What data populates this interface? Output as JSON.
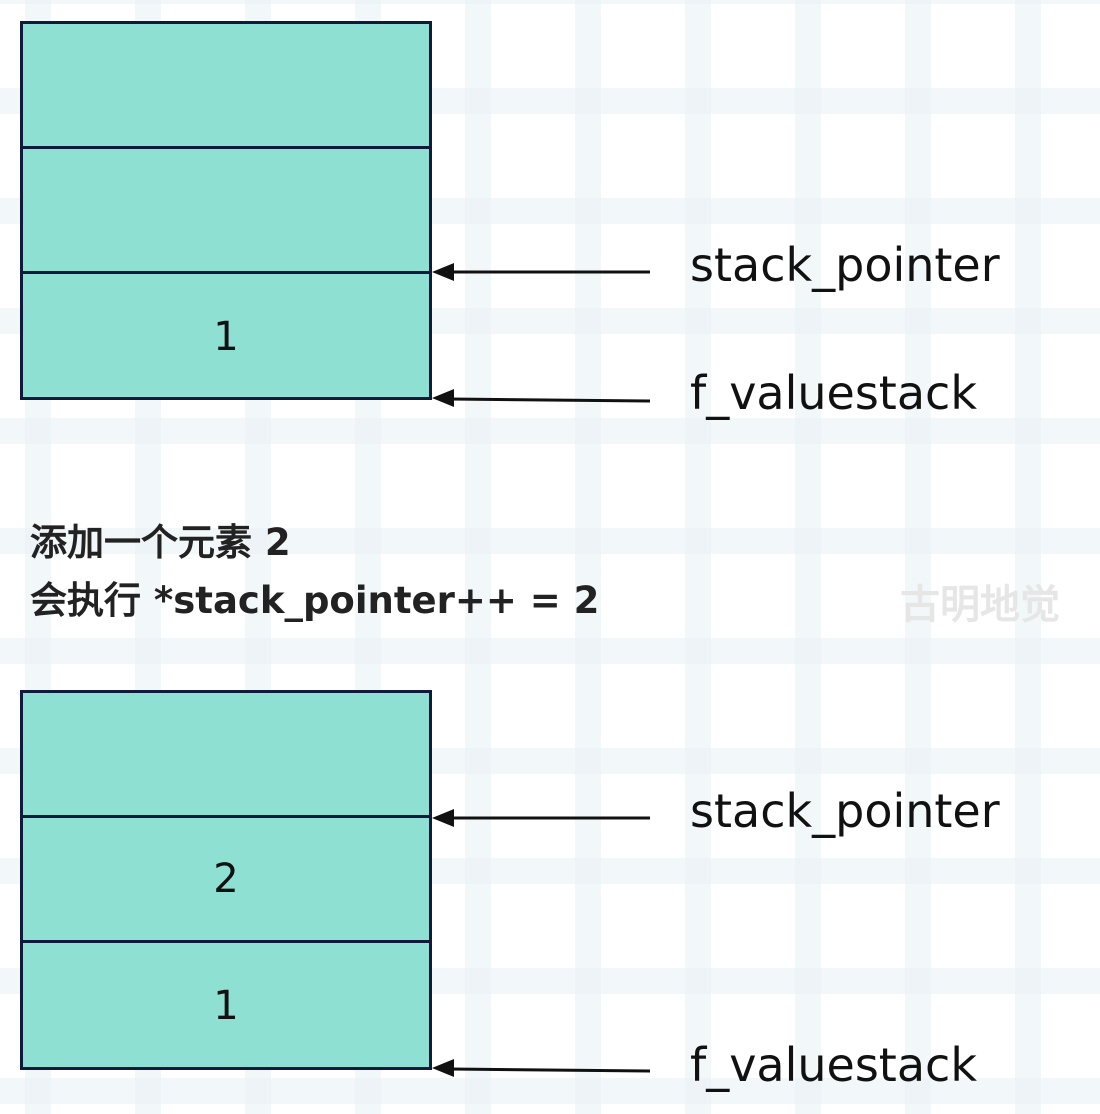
{
  "diagram": {
    "before": {
      "cells": [
        "",
        "",
        "1"
      ],
      "pointer_label": "stack_pointer",
      "base_label": "f_valuestack"
    },
    "description": {
      "line1": "添加一个元素 2",
      "line2": "会执行 *stack_pointer++ = 2"
    },
    "after": {
      "cells": [
        "",
        "2",
        "1"
      ],
      "pointer_label": "stack_pointer",
      "base_label": "f_valuestack"
    },
    "watermark": "古明地觉"
  },
  "colors": {
    "cell_fill": "#8ee0d3",
    "border": "#0f1a3c",
    "text": "#111111"
  }
}
